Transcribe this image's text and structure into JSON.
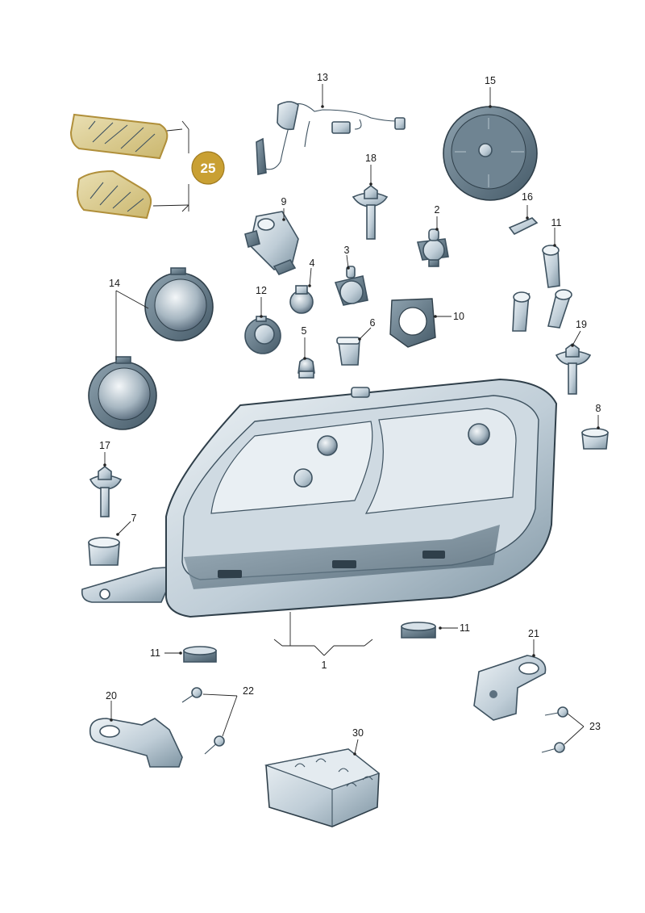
{
  "diagram": {
    "callouts": [
      {
        "id": "c1",
        "text": "1"
      },
      {
        "id": "c2",
        "text": "2"
      },
      {
        "id": "c3",
        "text": "3"
      },
      {
        "id": "c4",
        "text": "4"
      },
      {
        "id": "c5",
        "text": "5"
      },
      {
        "id": "c6",
        "text": "6"
      },
      {
        "id": "c7",
        "text": "7"
      },
      {
        "id": "c8",
        "text": "8"
      },
      {
        "id": "c9",
        "text": "9"
      },
      {
        "id": "c10",
        "text": "10"
      },
      {
        "id": "c11a",
        "text": "11"
      },
      {
        "id": "c11b",
        "text": "11"
      },
      {
        "id": "c12",
        "text": "12"
      },
      {
        "id": "c13",
        "text": "13"
      },
      {
        "id": "c14",
        "text": "14"
      },
      {
        "id": "c15",
        "text": "15"
      },
      {
        "id": "c16",
        "text": "16"
      },
      {
        "id": "c17",
        "text": "17"
      },
      {
        "id": "c18",
        "text": "18"
      },
      {
        "id": "c19",
        "text": "19"
      },
      {
        "id": "c20",
        "text": "20"
      },
      {
        "id": "c21",
        "text": "21"
      },
      {
        "id": "c22",
        "text": "22"
      },
      {
        "id": "c23a",
        "text": "23"
      },
      {
        "id": "c23b",
        "text": "23"
      },
      {
        "id": "c25",
        "text": "25"
      },
      {
        "id": "c30",
        "text": "30"
      }
    ],
    "colors": {
      "part_fill": "#d7e1e8",
      "part_shade": "#a9bac6",
      "part_dark": "#5d7180",
      "outline": "#3e5260",
      "badge": "#c9a033",
      "film": "#ddd09a"
    }
  }
}
